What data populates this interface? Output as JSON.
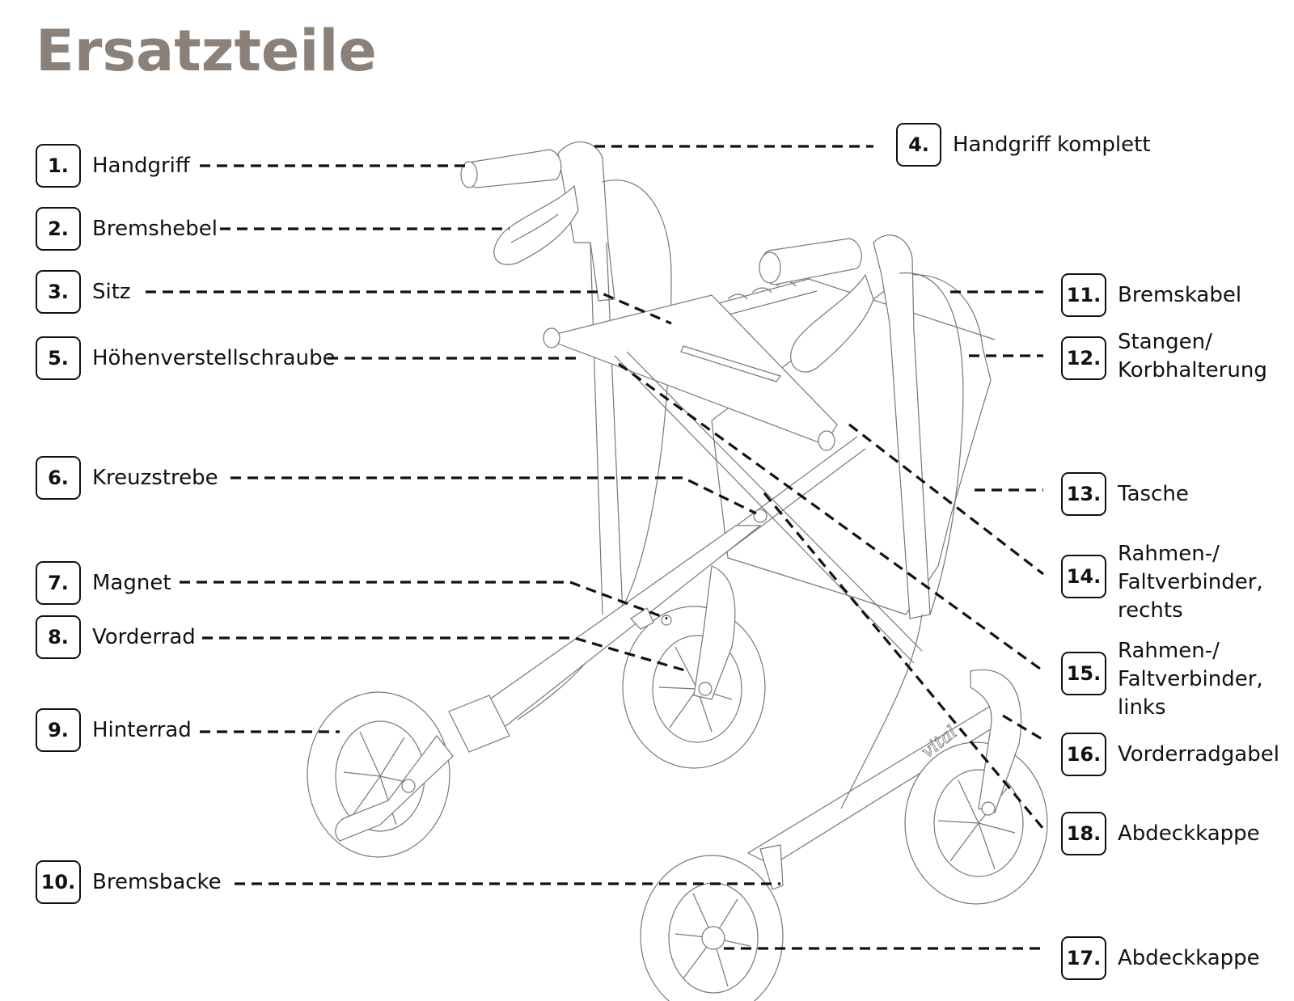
{
  "page": {
    "title": "Ersatzteile",
    "title_color": "#8b8178",
    "brand_mark": "vital"
  },
  "parts": [
    {
      "number": "1.",
      "name": "Handgriff"
    },
    {
      "number": "2.",
      "name": "Bremshebel"
    },
    {
      "number": "3.",
      "name": "Sitz"
    },
    {
      "number": "4.",
      "name": "Handgriff komplett"
    },
    {
      "number": "5.",
      "name": "Höhenverstellschraube"
    },
    {
      "number": "6.",
      "name": "Kreuzstrebe"
    },
    {
      "number": "7.",
      "name": "Magnet"
    },
    {
      "number": "8.",
      "name": "Vorderrad"
    },
    {
      "number": "9.",
      "name": "Hinterrad"
    },
    {
      "number": "10.",
      "name": "Bremsbacke"
    },
    {
      "number": "11.",
      "name": "Bremskabel"
    },
    {
      "number": "12.",
      "name": "Stangen/\nKorbhalterung"
    },
    {
      "number": "13.",
      "name": "Tasche"
    },
    {
      "number": "14.",
      "name": "Rahmen-/\nFaltverbinder,\nrechts"
    },
    {
      "number": "15.",
      "name": "Rahmen-/\nFaltverbinder,\nlinks"
    },
    {
      "number": "16.",
      "name": "Vorderradgabel"
    },
    {
      "number": "17.",
      "name": "Abdeckkappe"
    },
    {
      "number": "18.",
      "name": "Abdeckkappe"
    }
  ]
}
